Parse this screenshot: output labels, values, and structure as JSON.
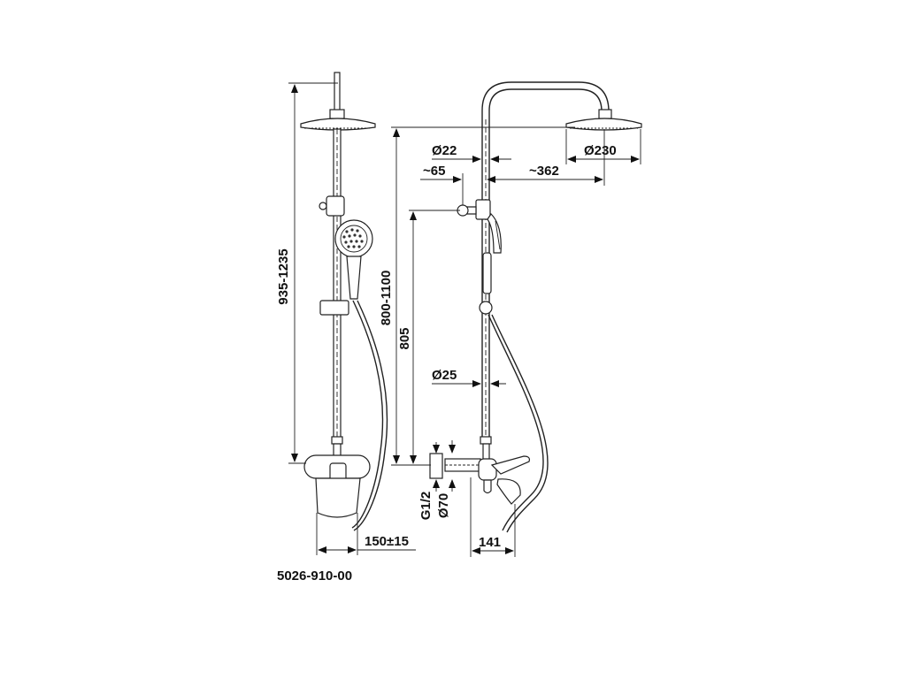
{
  "drawing": {
    "model_code": "5026-910-00",
    "dimensions": {
      "front_total_height": "935-1235",
      "front_spout_projection": "150±15",
      "side_head_height": "800-1100",
      "side_holder_height": "805",
      "pipe_upper_diameter": "Ø22",
      "head_diameter": "Ø230",
      "holder_offset": "~65",
      "head_reach": "~362",
      "pipe_lower_diameter": "Ø25",
      "thread": "G1/2",
      "escutcheon_diameter": "Ø70",
      "mixer_depth": "141"
    }
  }
}
